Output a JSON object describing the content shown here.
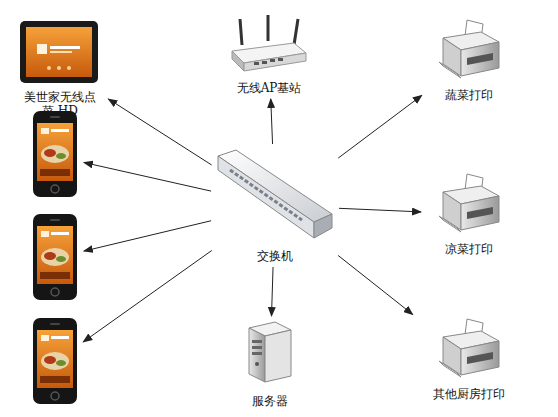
{
  "diagram": {
    "nodes": [
      {
        "text": [
          "美世家无线点菜 HD"
        ]
      },
      {
        "text": [
          "无线AP基站"
        ]
      },
      {
        "text": [
          "蔬菜打印"
        ]
      },
      {
        "text": []
      },
      {
        "text": [
          "交换机"
        ]
      },
      {
        "text": [
          "凉菜打印"
        ]
      },
      {
        "text": []
      },
      {
        "text": []
      },
      {
        "text": [
          "服务器"
        ]
      },
      {
        "text": [
          "其他厨房打印"
        ]
      }
    ],
    "edges": [
      {
        "from": 4,
        "to": 0,
        "arrow": "to"
      },
      {
        "from": 4,
        "to": 1,
        "arrow": "to"
      },
      {
        "from": 4,
        "to": 2,
        "arrow": "to"
      },
      {
        "from": 4,
        "to": 3,
        "arrow": "to"
      },
      {
        "from": 4,
        "to": 5,
        "arrow": "to"
      },
      {
        "from": 4,
        "to": 6,
        "arrow": "to"
      },
      {
        "from": 4,
        "to": 7,
        "arrow": "to"
      },
      {
        "from": 4,
        "to": 8,
        "arrow": "to"
      },
      {
        "from": 4,
        "to": 9,
        "arrow": "to"
      }
    ]
  }
}
